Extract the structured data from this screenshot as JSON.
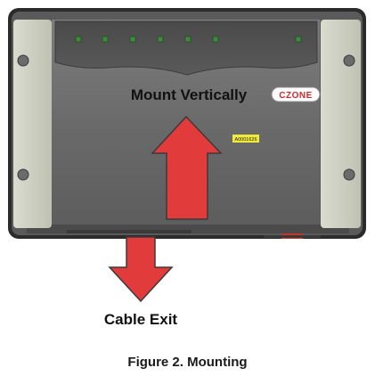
{
  "diagram": {
    "mount_label": "Mount Vertically",
    "cable_label": "Cable Exit",
    "brand_logo": "CZONE",
    "part_label": "A0001626",
    "caption": "Figure 2. Mounting",
    "led_count": 7
  },
  "colors": {
    "arrow": "#e23b3b",
    "arrow_stroke": "#3a3a3a",
    "housing_outer": "#2b2b2b",
    "housing_body": "#6e6e6e",
    "side_panel": "#cfd2c4",
    "led": "#3d8a3a",
    "part_label_bg": "#f2ea3a",
    "logo_red": "#d4262e"
  }
}
